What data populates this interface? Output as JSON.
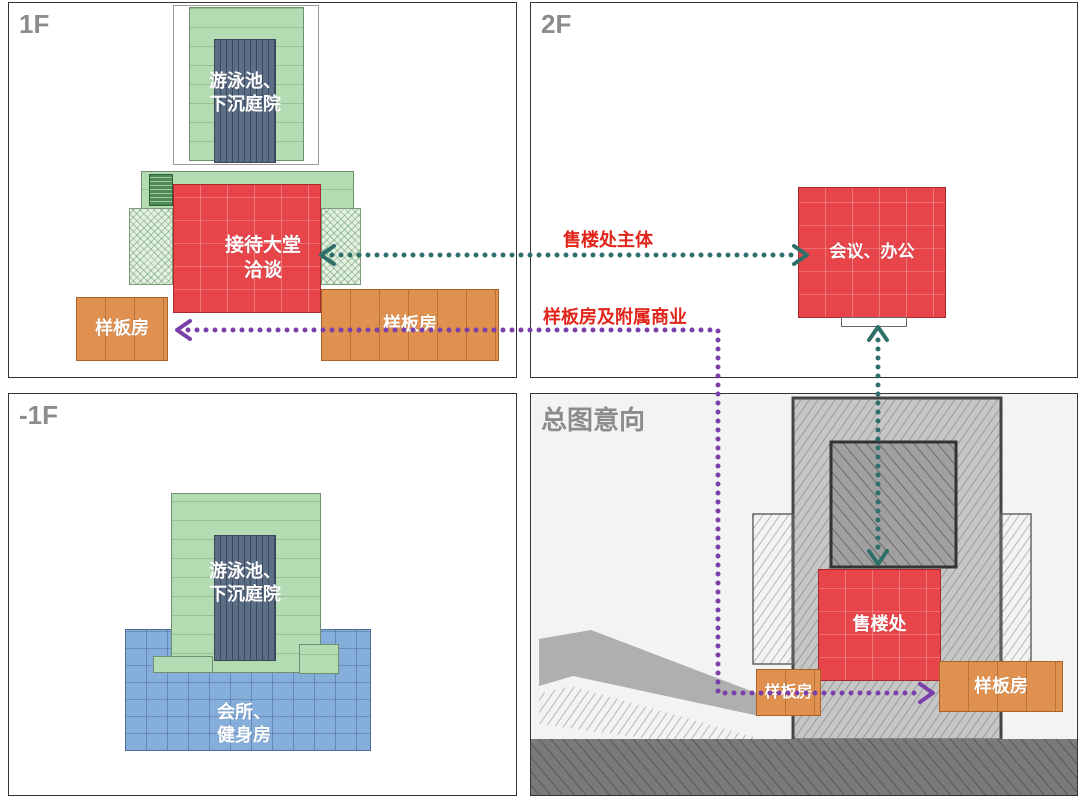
{
  "panels": {
    "floor_1": {
      "title": "1F",
      "pool_label": [
        "游泳池、",
        "下沉庭院"
      ],
      "lobby_label": [
        "接待大堂",
        "洽谈"
      ],
      "showroom_left": "样板房",
      "showroom_right": "样板房"
    },
    "floor_2": {
      "title": "2F",
      "office_label": "会议、办公"
    },
    "floor_b1": {
      "title": "-1F",
      "pool_label": [
        "游泳池、",
        "下沉庭院"
      ],
      "club_label": [
        "会所、",
        "健身房"
      ]
    },
    "site_plan": {
      "title": "总图意向",
      "sales_label": "售楼处",
      "showroom_left": "样板房",
      "showroom_right": "样板房"
    }
  },
  "callouts": {
    "sales_main": "售楼处主体",
    "showrooms": "样板房及附属商业"
  },
  "colors": {
    "red": "#e8454a",
    "orange": "#e0904f",
    "green": "#b4dcb2",
    "blue": "#86aedb",
    "pool": "#5c6d86",
    "teal": "#2f6f69",
    "purple": "#7b3fa9",
    "callout": "#e1251b",
    "title": "#8c8c8c"
  }
}
